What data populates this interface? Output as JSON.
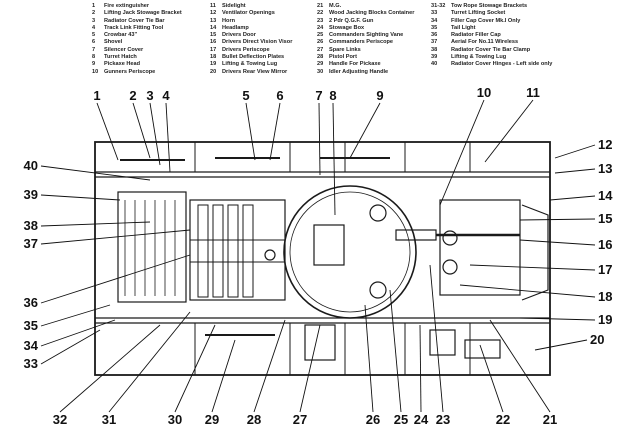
{
  "legend": {
    "col1": [
      {
        "n": "1",
        "t": "Fire extinguisher"
      },
      {
        "n": "2",
        "t": "Lifting Jack Stowage Bracket"
      },
      {
        "n": "3",
        "t": "Radiator Cover Tie Bar"
      },
      {
        "n": "4",
        "t": "Track Link Fitting Tool"
      },
      {
        "n": "5",
        "t": "Crowbar 43\""
      },
      {
        "n": "6",
        "t": "Shovel"
      },
      {
        "n": "7",
        "t": "Silencer Cover"
      },
      {
        "n": "8",
        "t": "Turret Hatch"
      },
      {
        "n": "9",
        "t": "Pickaxe Head"
      },
      {
        "n": "10",
        "t": "Gunners Periscope"
      }
    ],
    "col2": [
      {
        "n": "11",
        "t": "Sidelight"
      },
      {
        "n": "12",
        "t": "Ventilator Openings"
      },
      {
        "n": "13",
        "t": "Horn"
      },
      {
        "n": "14",
        "t": "Headlamp"
      },
      {
        "n": "15",
        "t": "Drivers Door"
      },
      {
        "n": "16",
        "t": "Drivers Direct Vision Visor"
      },
      {
        "n": "17",
        "t": "Drivers Periscope"
      },
      {
        "n": "18",
        "t": "Bullet Deflection Plates"
      },
      {
        "n": "19",
        "t": "Lifting & Towing Lug"
      },
      {
        "n": "20",
        "t": "Drivers Rear View Mirror"
      }
    ],
    "col3": [
      {
        "n": "21",
        "t": "M.G."
      },
      {
        "n": "22",
        "t": "Wood Jacking Blocks Container"
      },
      {
        "n": "23",
        "t": "2 Pdr Q.G.F. Gun"
      },
      {
        "n": "24",
        "t": "Stowage Box"
      },
      {
        "n": "25",
        "t": "Commanders Sighting Vane"
      },
      {
        "n": "26",
        "t": "Commanders Periscope"
      },
      {
        "n": "27",
        "t": "Spare Links"
      },
      {
        "n": "28",
        "t": "Pistol Port"
      },
      {
        "n": "29",
        "t": "Handle For Pickaxe"
      },
      {
        "n": "30",
        "t": "Idler Adjusting Handle"
      }
    ],
    "col4": [
      {
        "n": "31-32",
        "t": "Tow Rope Stowage Brackets"
      },
      {
        "n": "33",
        "t": "Turret Lifting Socket"
      },
      {
        "n": "34",
        "t": "Filler Cap Cover Mk.I Only"
      },
      {
        "n": "35",
        "t": "Tail Light"
      },
      {
        "n": "36",
        "t": "Radiator Filler Cap"
      },
      {
        "n": "37",
        "t": "Aerial For No.11 Wireless"
      },
      {
        "n": "38",
        "t": "Radiator Cover Tie Bar Clamp"
      },
      {
        "n": "39",
        "t": "Lifting & Towing Lug"
      },
      {
        "n": "40",
        "t": "Radiator Cover Hinges - Left side only"
      }
    ]
  },
  "callouts": [
    "1",
    "2",
    "3",
    "4",
    "5",
    "6",
    "7",
    "8",
    "9",
    "10",
    "11",
    "12",
    "13",
    "14",
    "15",
    "16",
    "17",
    "18",
    "19",
    "20",
    "21",
    "22",
    "23",
    "24",
    "25",
    "26",
    "27",
    "28",
    "29",
    "30",
    "31",
    "32",
    "33",
    "34",
    "35",
    "36",
    "37",
    "38",
    "39",
    "40"
  ]
}
